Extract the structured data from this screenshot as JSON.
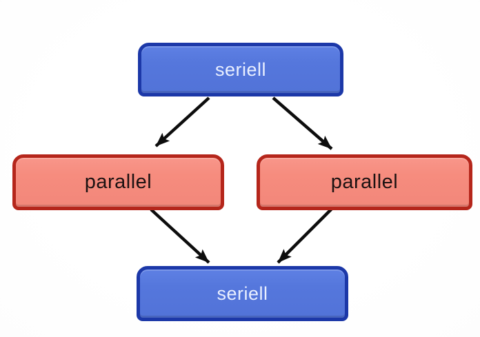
{
  "diagram": {
    "nodes": [
      {
        "id": "seriell-top",
        "label": "seriell",
        "type": "serial"
      },
      {
        "id": "parallel-left",
        "label": "parallel",
        "type": "parallel"
      },
      {
        "id": "parallel-right",
        "label": "parallel",
        "type": "parallel"
      },
      {
        "id": "seriell-bottom",
        "label": "seriell",
        "type": "serial"
      }
    ],
    "edges": [
      {
        "from": "seriell-top",
        "to": "parallel-left"
      },
      {
        "from": "seriell-top",
        "to": "parallel-right"
      },
      {
        "from": "parallel-left",
        "to": "seriell-bottom"
      },
      {
        "from": "parallel-right",
        "to": "seriell-bottom"
      }
    ],
    "colors": {
      "serial_fill": "#5577dc",
      "serial_border": "#1c38a8",
      "serial_text": "#e9efff",
      "parallel_fill": "#f68c7e",
      "parallel_border": "#b5261b",
      "parallel_text": "#1c1212",
      "arrow": "#0d0d0d",
      "background": "#fdfdfd"
    }
  }
}
